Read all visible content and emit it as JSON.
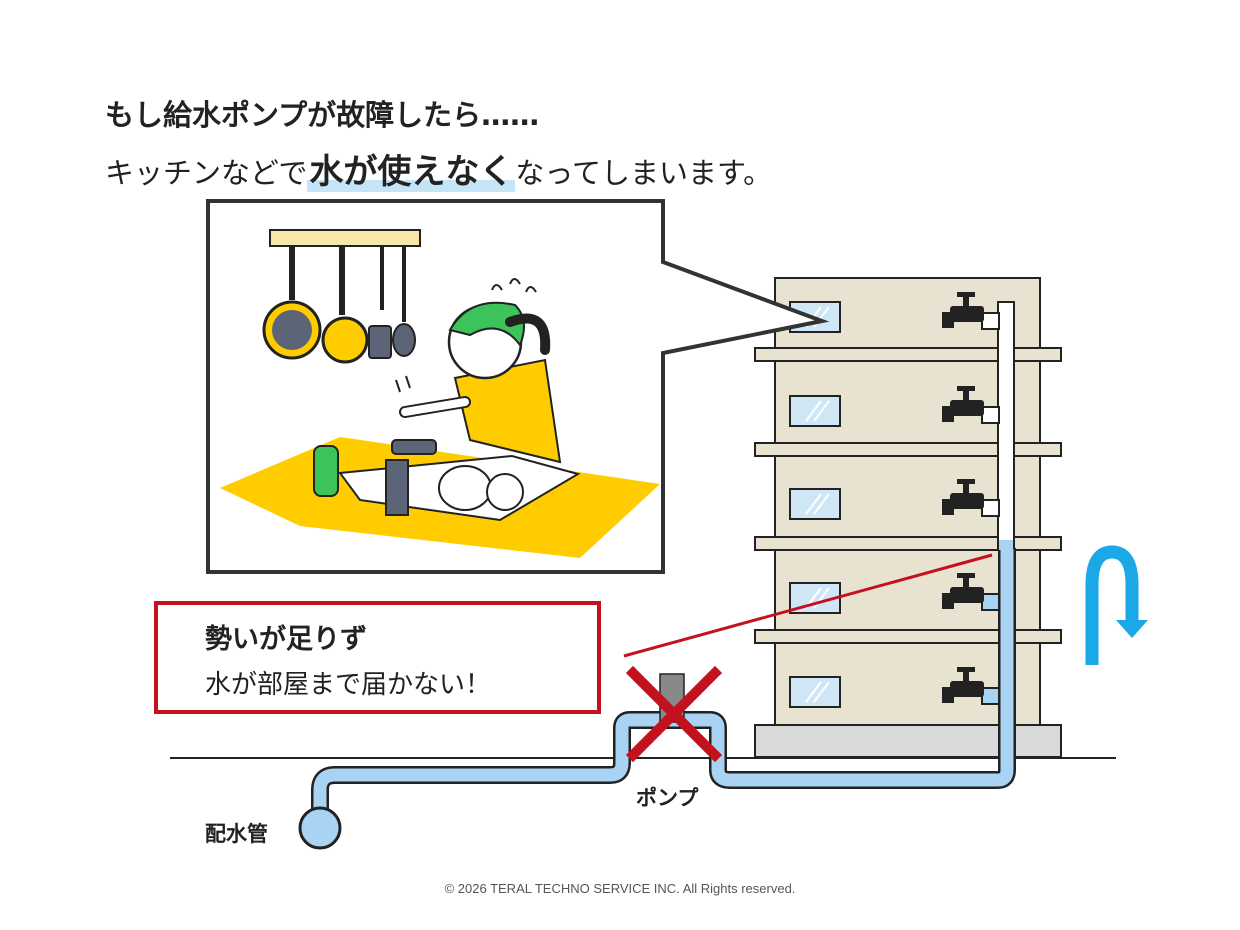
{
  "headline": {
    "line1": "もし給水ポンプが故障したら……",
    "line2_before": "キッチンなどで",
    "line2_emphasis": "水が使えなく",
    "line2_after": "なってしまいます。"
  },
  "warning": {
    "title": "勢いが足りず",
    "body": "水が部屋まで届かない！"
  },
  "labels": {
    "pump": "ポンプ",
    "water_main": "配水管"
  },
  "footer": {
    "copyright": "© 2026 TERAL TECHNO SERVICE INC. All Rights reserved."
  },
  "colors": {
    "water_blue": "#a9d3f2",
    "arrow_blue": "#1aa9e6",
    "alert_red": "#c4111e",
    "building_beige": "#e8e2d0",
    "counter_yellow": "#ffcc00",
    "hair_green": "#3cc45a"
  }
}
